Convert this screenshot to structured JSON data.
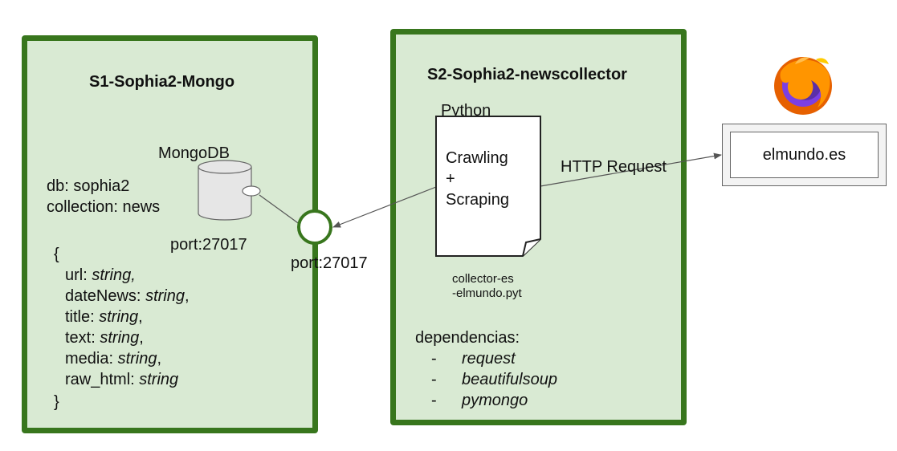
{
  "s1": {
    "title": "S1-Sophia2-Mongo",
    "db_label": "MongoDB",
    "db_line": "db: sophia2",
    "collection_line": "collection: news",
    "port_inner": "port:27017",
    "port_outer": "port:27017",
    "schema": {
      "open": "{",
      "close": "}",
      "fields": [
        {
          "key": "url: ",
          "type": "string,",
          "sep": ""
        },
        {
          "key": "dateNews: ",
          "type": "string",
          "sep": ","
        },
        {
          "key": "title: ",
          "type": "string",
          "sep": ","
        },
        {
          "key": "text: ",
          "type": "string",
          "sep": ","
        },
        {
          "key": "media: ",
          "type": "string",
          "sep": ","
        },
        {
          "key": "raw_html: ",
          "type": "string",
          "sep": ""
        }
      ]
    }
  },
  "s2": {
    "title": "S2-Sophia2-newscollector",
    "language": "Python",
    "doc_lines": [
      "Crawling",
      "+",
      "Scraping"
    ],
    "file_line1": "collector-es",
    "file_line2": "-elmundo.pyt",
    "deps_label": "dependencias:",
    "dependencies": [
      "request",
      "beautifulsoup",
      "pymongo"
    ]
  },
  "http_label": "HTTP Request",
  "target": "elmundo.es",
  "colors": {
    "container_fill": "#d9ead3",
    "container_border": "#38761d",
    "connector": "#555555"
  },
  "icons": {
    "browser": "firefox-icon"
  }
}
